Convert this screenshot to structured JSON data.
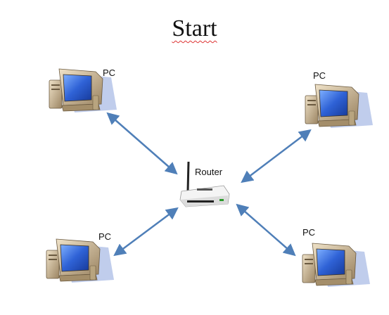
{
  "diagram": {
    "title": "Start",
    "router_label": "Router",
    "pc_labels": [
      "PC",
      "PC",
      "PC",
      "PC"
    ],
    "colors": {
      "arrow": "#4f7fb8",
      "screen": "#3a6fd8",
      "case": "#c9b69a",
      "shadow": "#b8c6e6"
    }
  }
}
